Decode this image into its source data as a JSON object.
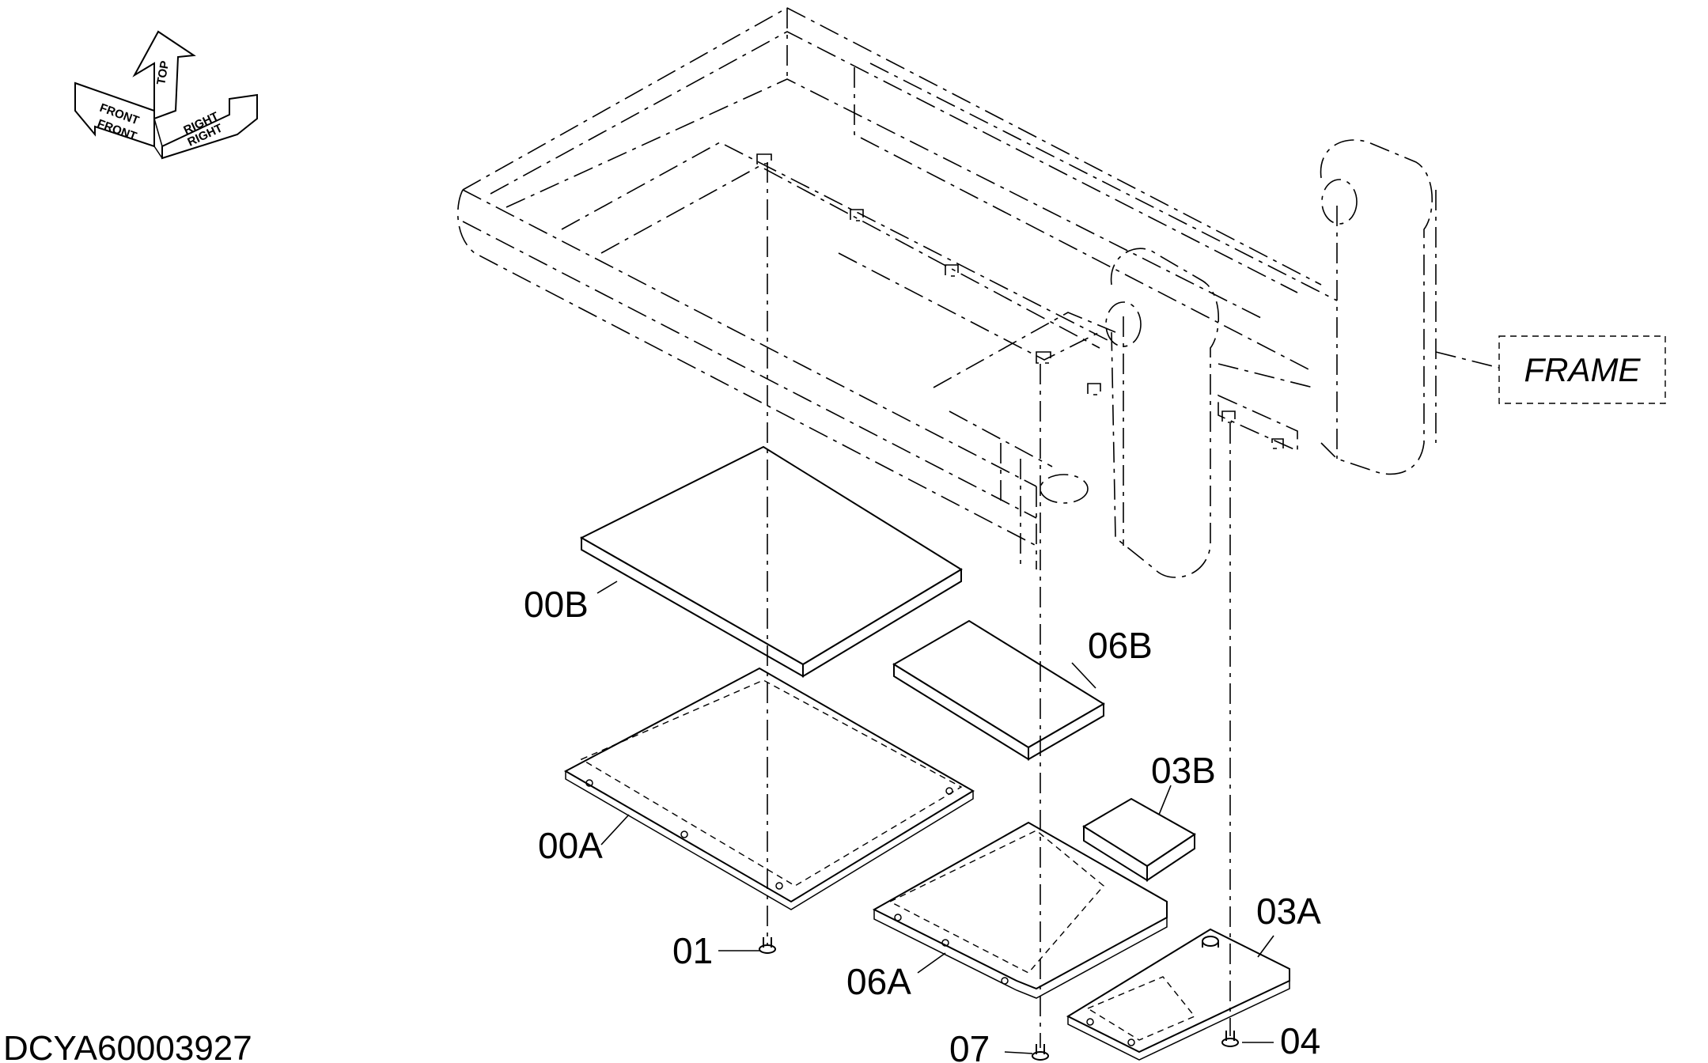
{
  "document_id": "DCYA60003927",
  "orientation_arrows": {
    "top": "TOP",
    "front": "FRONT",
    "right": "RIGHT"
  },
  "frame_label": "FRAME",
  "parts": {
    "p00B": "00B",
    "p00A": "00A",
    "p06B": "06B",
    "p06A": "06A",
    "p03B": "03B",
    "p03A": "03A",
    "p01": "01",
    "p07": "07",
    "p04": "04"
  }
}
